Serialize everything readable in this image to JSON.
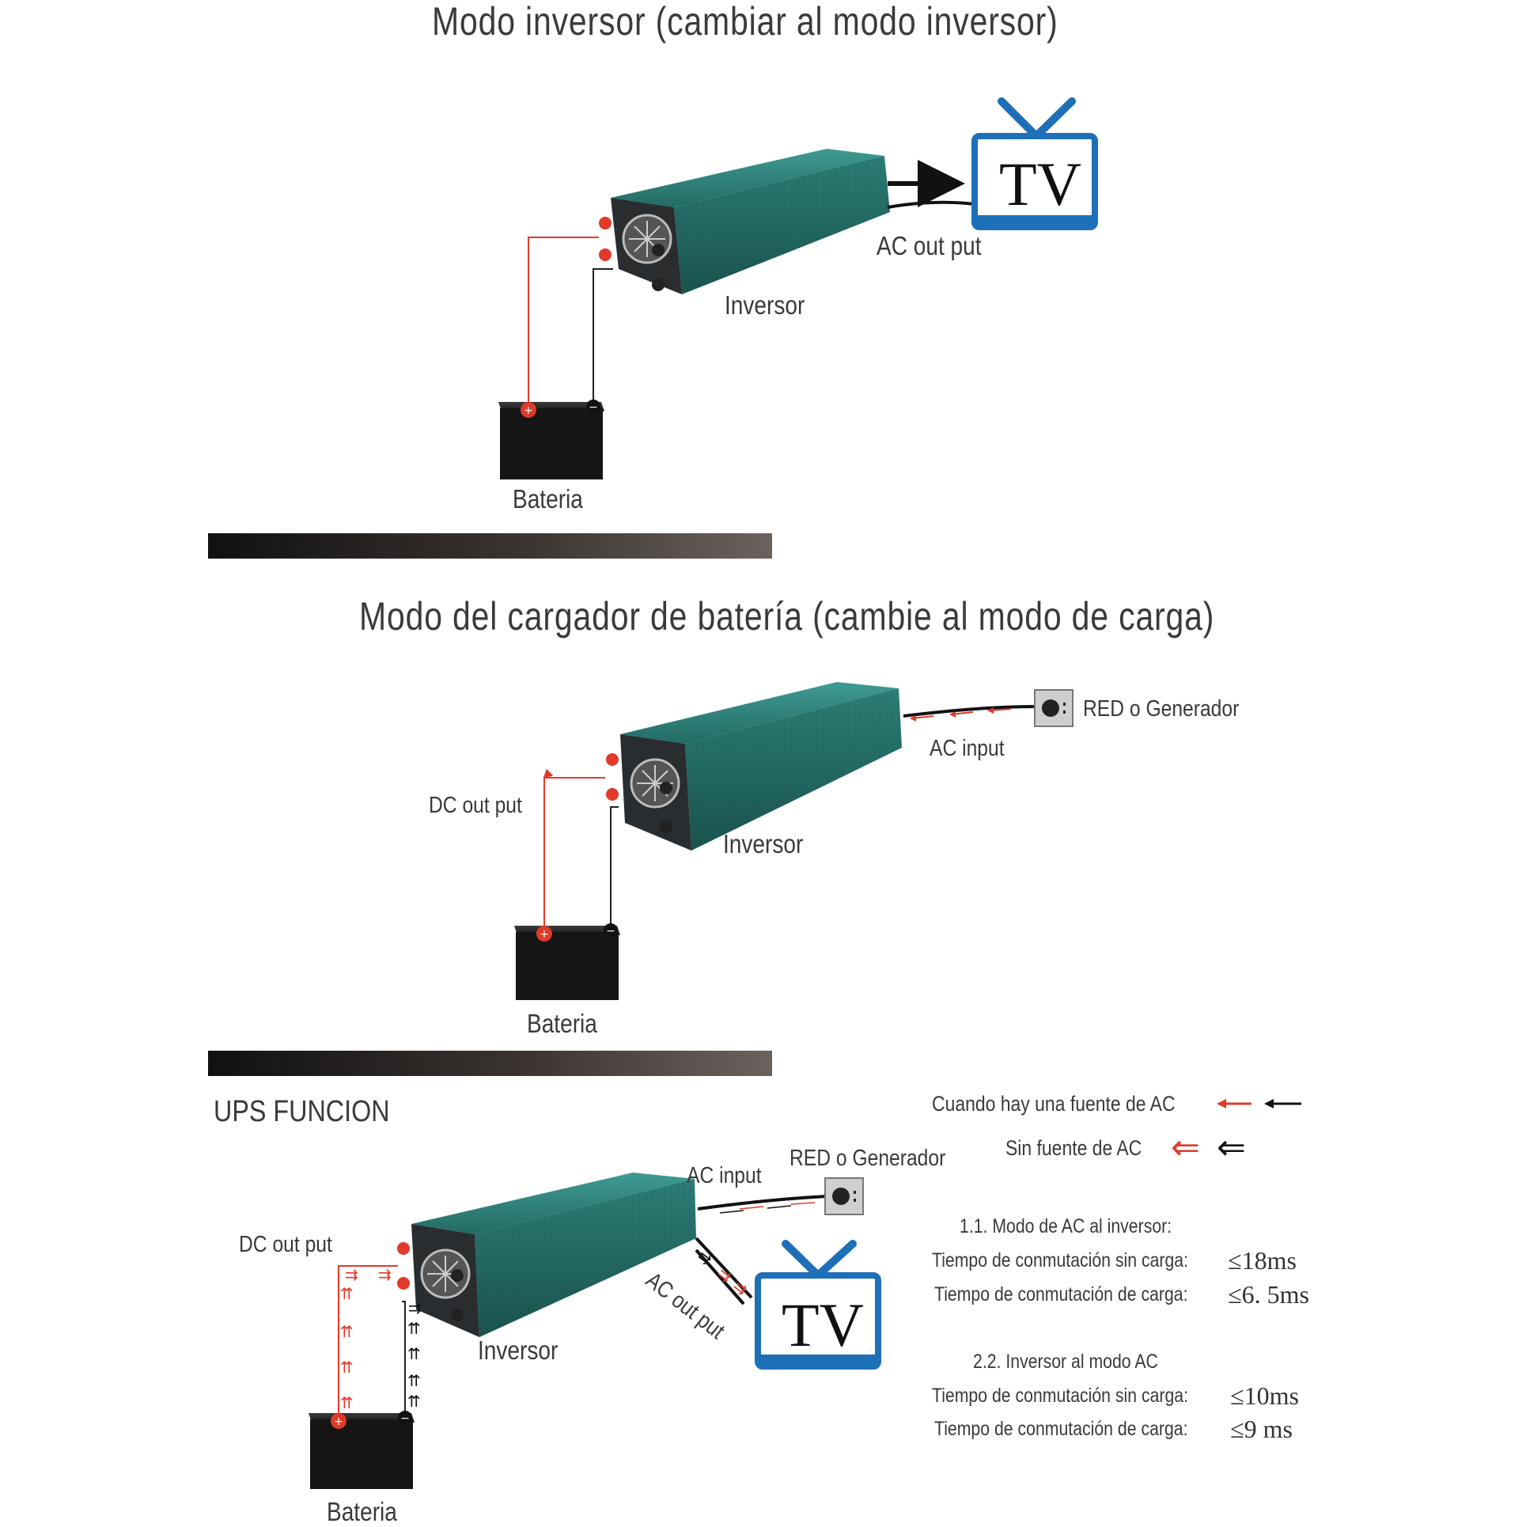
{
  "section1": {
    "title": "Modo inversor (cambiar al modo inversor)",
    "inverter_label": "Inversor",
    "battery_label": "Bateria",
    "ac_output_label": "AC out put",
    "tv_label": "TV"
  },
  "section2": {
    "title": "Modo del cargador de batería (cambie al modo de carga)",
    "inverter_label": "Inversor",
    "battery_label": "Bateria",
    "dc_output_label": "DC out put",
    "ac_input_label": "AC input",
    "grid_label": "RED o Generador"
  },
  "section3": {
    "title": "UPS FUNCION",
    "inverter_label": "Inversor",
    "battery_label": "Bateria",
    "dc_output_label": "DC out put",
    "ac_input_label": "AC input",
    "ac_output_label": "AC out put",
    "grid_label": "RED o Generador",
    "tv_label": "TV",
    "legend": [
      {
        "label": "Cuando hay una fuente de AC"
      },
      {
        "label": "Sin fuente de AC"
      }
    ],
    "mode1": {
      "heading": "1.1. Modo de AC al inversor:",
      "rows": [
        {
          "label": "Tiempo de conmutación sin carga:",
          "value": "≤18ms"
        },
        {
          "label": "Tiempo de conmutación de carga:",
          "value": "≤6. 5ms"
        }
      ]
    },
    "mode2": {
      "heading": "2.2. Inversor al modo AC",
      "rows": [
        {
          "label": "Tiempo de conmutación sin carga:",
          "value": "≤10ms"
        },
        {
          "label": "Tiempo de conmutación de carga:",
          "value": "≤9 ms"
        }
      ]
    }
  },
  "colors": {
    "inverter_body": "#2e7f78",
    "wire_red": "#e03a2a",
    "tv_blue": "#1d6fb8",
    "battery": "#151515"
  }
}
